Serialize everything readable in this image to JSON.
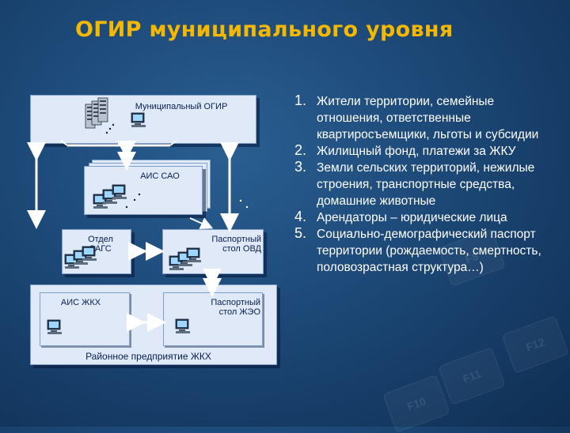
{
  "title": "ОГИР муниципального уровня",
  "nodes": {
    "municipal": "Муниципальный ОГИР",
    "ais_sao": "АИС САО",
    "zags": "Отдел ЗАГС",
    "passport_ovd": "Паспортный стол ОВД",
    "ais_zhkh": "АИС ЖКХ",
    "passport_zheo": "Паспортный стол ЖЭО",
    "district": "Районное предприятие ЖКХ"
  },
  "list": [
    {
      "num": "1.",
      "text": "Жители территории, семейные отношения, ответственные квартиросъемщики, льготы и субсидии"
    },
    {
      "num": "2.",
      "text": "Жилищный фонд, платежи за ЖКУ"
    },
    {
      "num": "3.",
      "text": "Земли сельских территорий, нежилые строения, транспортные средства, домашние животные"
    },
    {
      "num": "4.",
      "text": "Арендаторы – юридические лица"
    },
    {
      "num": "5.",
      "text": "Социально-демографический паспорт территории (рождаемость, смертность, половозрастная структура…)"
    }
  ],
  "keyboard_keys": [
    "F8",
    "F11",
    "F12",
    "F10"
  ]
}
